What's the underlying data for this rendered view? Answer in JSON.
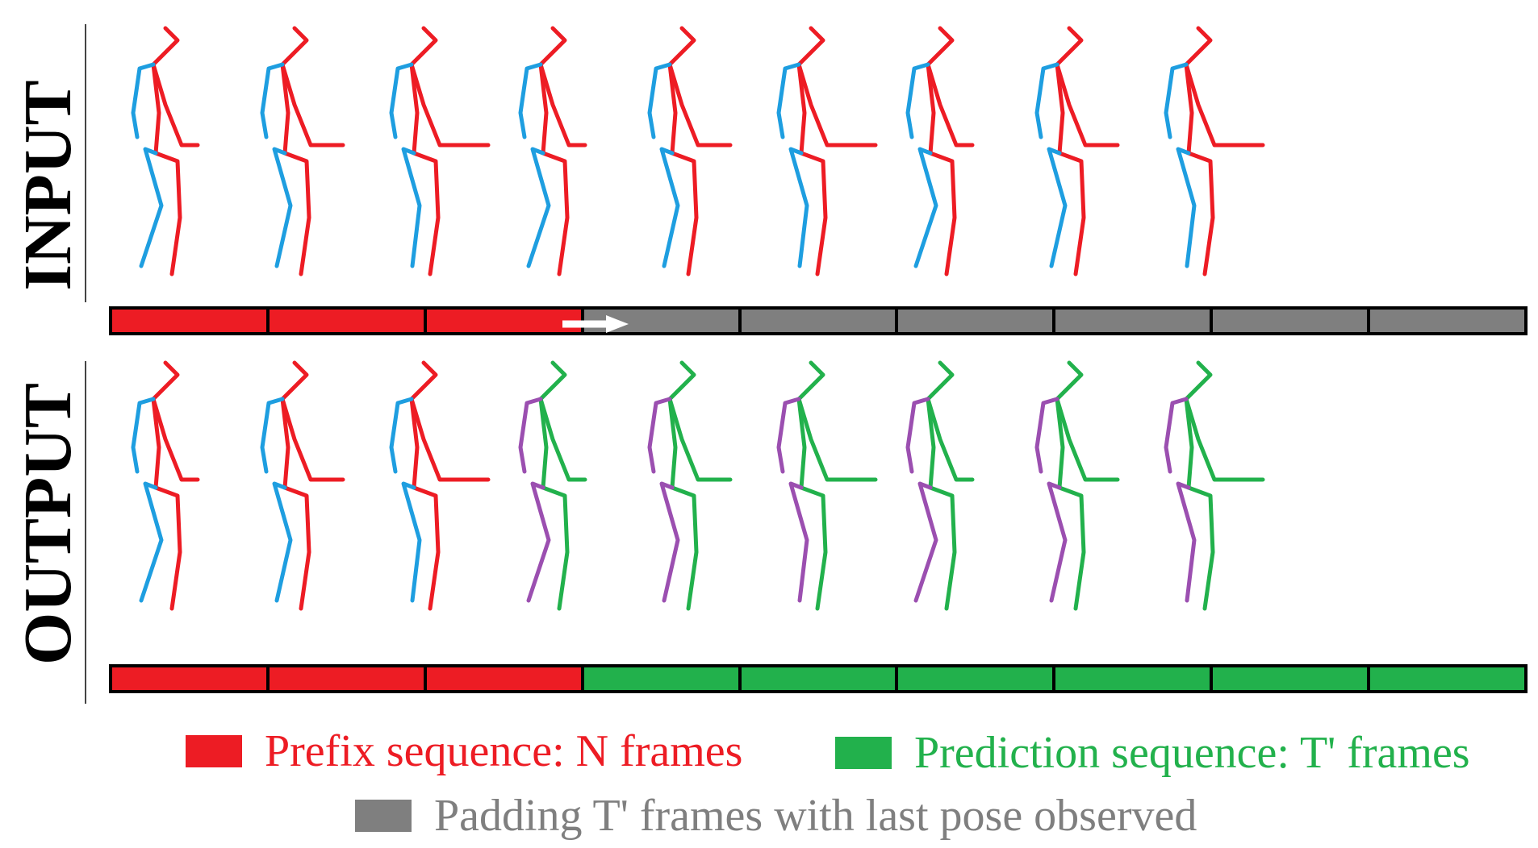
{
  "labels": {
    "input": "INPUT",
    "output": "OUTPUT"
  },
  "colors": {
    "prefix": "#ed1c24",
    "prediction": "#22b14c",
    "padding": "#7f7f7f",
    "left_limb_observed": "#1e9ee0",
    "left_limb_predicted": "#9b4fb0",
    "arrow": "#ffffff"
  },
  "input_bar": [
    "prefix",
    "prefix",
    "prefix",
    "padding",
    "padding",
    "padding",
    "padding",
    "padding",
    "padding"
  ],
  "output_bar": [
    "prefix",
    "prefix",
    "prefix",
    "prediction",
    "prediction",
    "prediction",
    "prediction",
    "prediction",
    "prediction"
  ],
  "legend": {
    "prefix": "Prefix sequence: N frames",
    "prediction": "Prediction sequence: T' frames",
    "padding": "Padding T' frames with last pose observed"
  }
}
